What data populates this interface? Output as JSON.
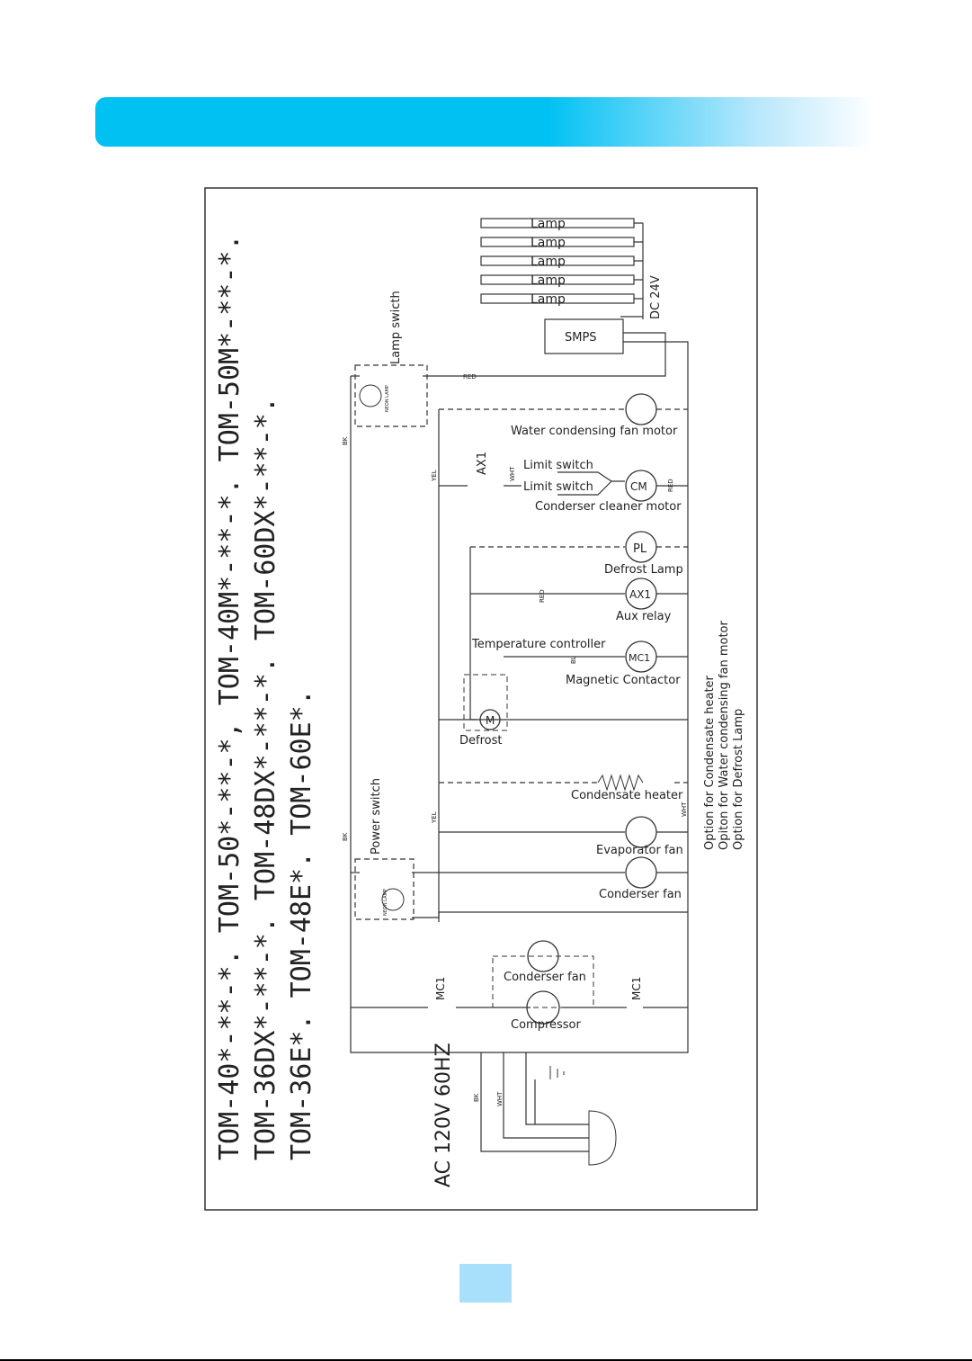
{
  "title_lines": [
    "TOM-40*-**-*. TOM-50*-**-*, TOM-40M*-**-*. TOM-50M*-**-*.",
    "TOM-36DX*-**-*. TOM-48DX*-**-*. TOM-60DX*-**-*.",
    "TOM-36E*. TOM-48E*. TOM-60E*."
  ],
  "supply": "AC 120V 60HZ",
  "components": {
    "lamp": "Lamp",
    "smps": "SMPS",
    "dc24": "DC 24V",
    "lamp_switch": "Lamp swicth",
    "power_switch": "Power switch",
    "water_fan": "Water condensing fan motor",
    "ax1": "AX1",
    "limit_switch": "Limit switch",
    "cm": "CM",
    "cleaner_motor": "Conderser cleaner motor",
    "pl": "PL",
    "defrost_lamp": "Defrost Lamp",
    "aux_relay": "Aux relay",
    "temp_controller": "Temperature controller",
    "mc1": "MC1",
    "magnetic_contactor": "Magnetic Contactor",
    "m": "M",
    "defrost": "Defrost",
    "condensate_heater": "Condensate heater",
    "evaporator_fan": "Evaporator fan",
    "condenser_fan": "Conderser fan",
    "compressor": "Compressor",
    "neon_lamp": "NEON LAMP"
  },
  "wire_labels": {
    "bk": "BK",
    "wht": "WHT",
    "yel": "YEL",
    "red": "RED",
    "bl": "BL"
  },
  "notes": [
    "Option for Condensate heater",
    "Opiton for Water condensing fan motor",
    "Option for Defrost Lamp"
  ]
}
